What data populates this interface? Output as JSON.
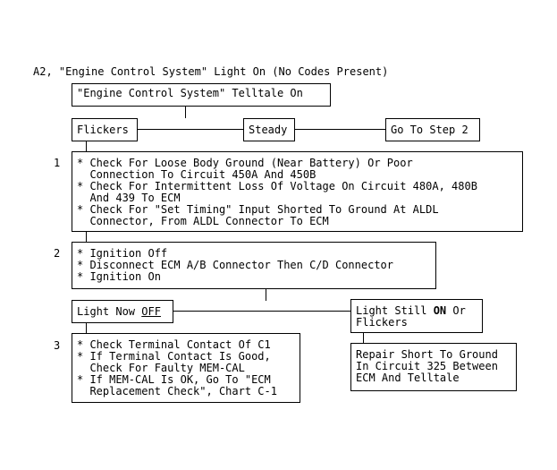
{
  "title": "A2, \"Engine Control System\" Light On (No Codes Present)",
  "telltale": "\"Engine Control System\" Telltale On",
  "branches": {
    "flickers": "Flickers",
    "steady": "Steady",
    "goto_step2": "Go To Step 2"
  },
  "step1": {
    "number": "1",
    "lines": [
      "* Check For Loose Body Ground (Near Battery) Or Poor",
      "  Connection To Circuit 450A And 450B",
      "* Check For Intermittent Loss Of Voltage On Circuit 480A, 480B",
      "  And 439 To ECM",
      "* Check For \"Set Timing\" Input Shorted To Ground At ALDL",
      "  Connector, From ALDL Connector To ECM"
    ]
  },
  "step2": {
    "number": "2",
    "lines": [
      "* Ignition Off",
      "* Disconnect ECM A/B Connector Then C/D Connector",
      "* Ignition On"
    ]
  },
  "light_off": {
    "prefix": "Light Now ",
    "emph": "OFF"
  },
  "light_on": {
    "prefix": "Light Still ",
    "emph": "ON",
    "suffix": " Or",
    "line2": "Flickers"
  },
  "step3": {
    "number": "3",
    "lines": [
      "* Check Terminal Contact Of C1",
      "* If Terminal Contact Is Good,",
      "  Check For Faulty MEM-CAL",
      "* If MEM-CAL Is OK, Go To \"ECM",
      "  Replacement Check\", Chart C-1"
    ]
  },
  "repair": {
    "lines": [
      "Repair Short To Ground",
      "In Circuit 325 Between",
      "ECM And Telltale"
    ]
  }
}
